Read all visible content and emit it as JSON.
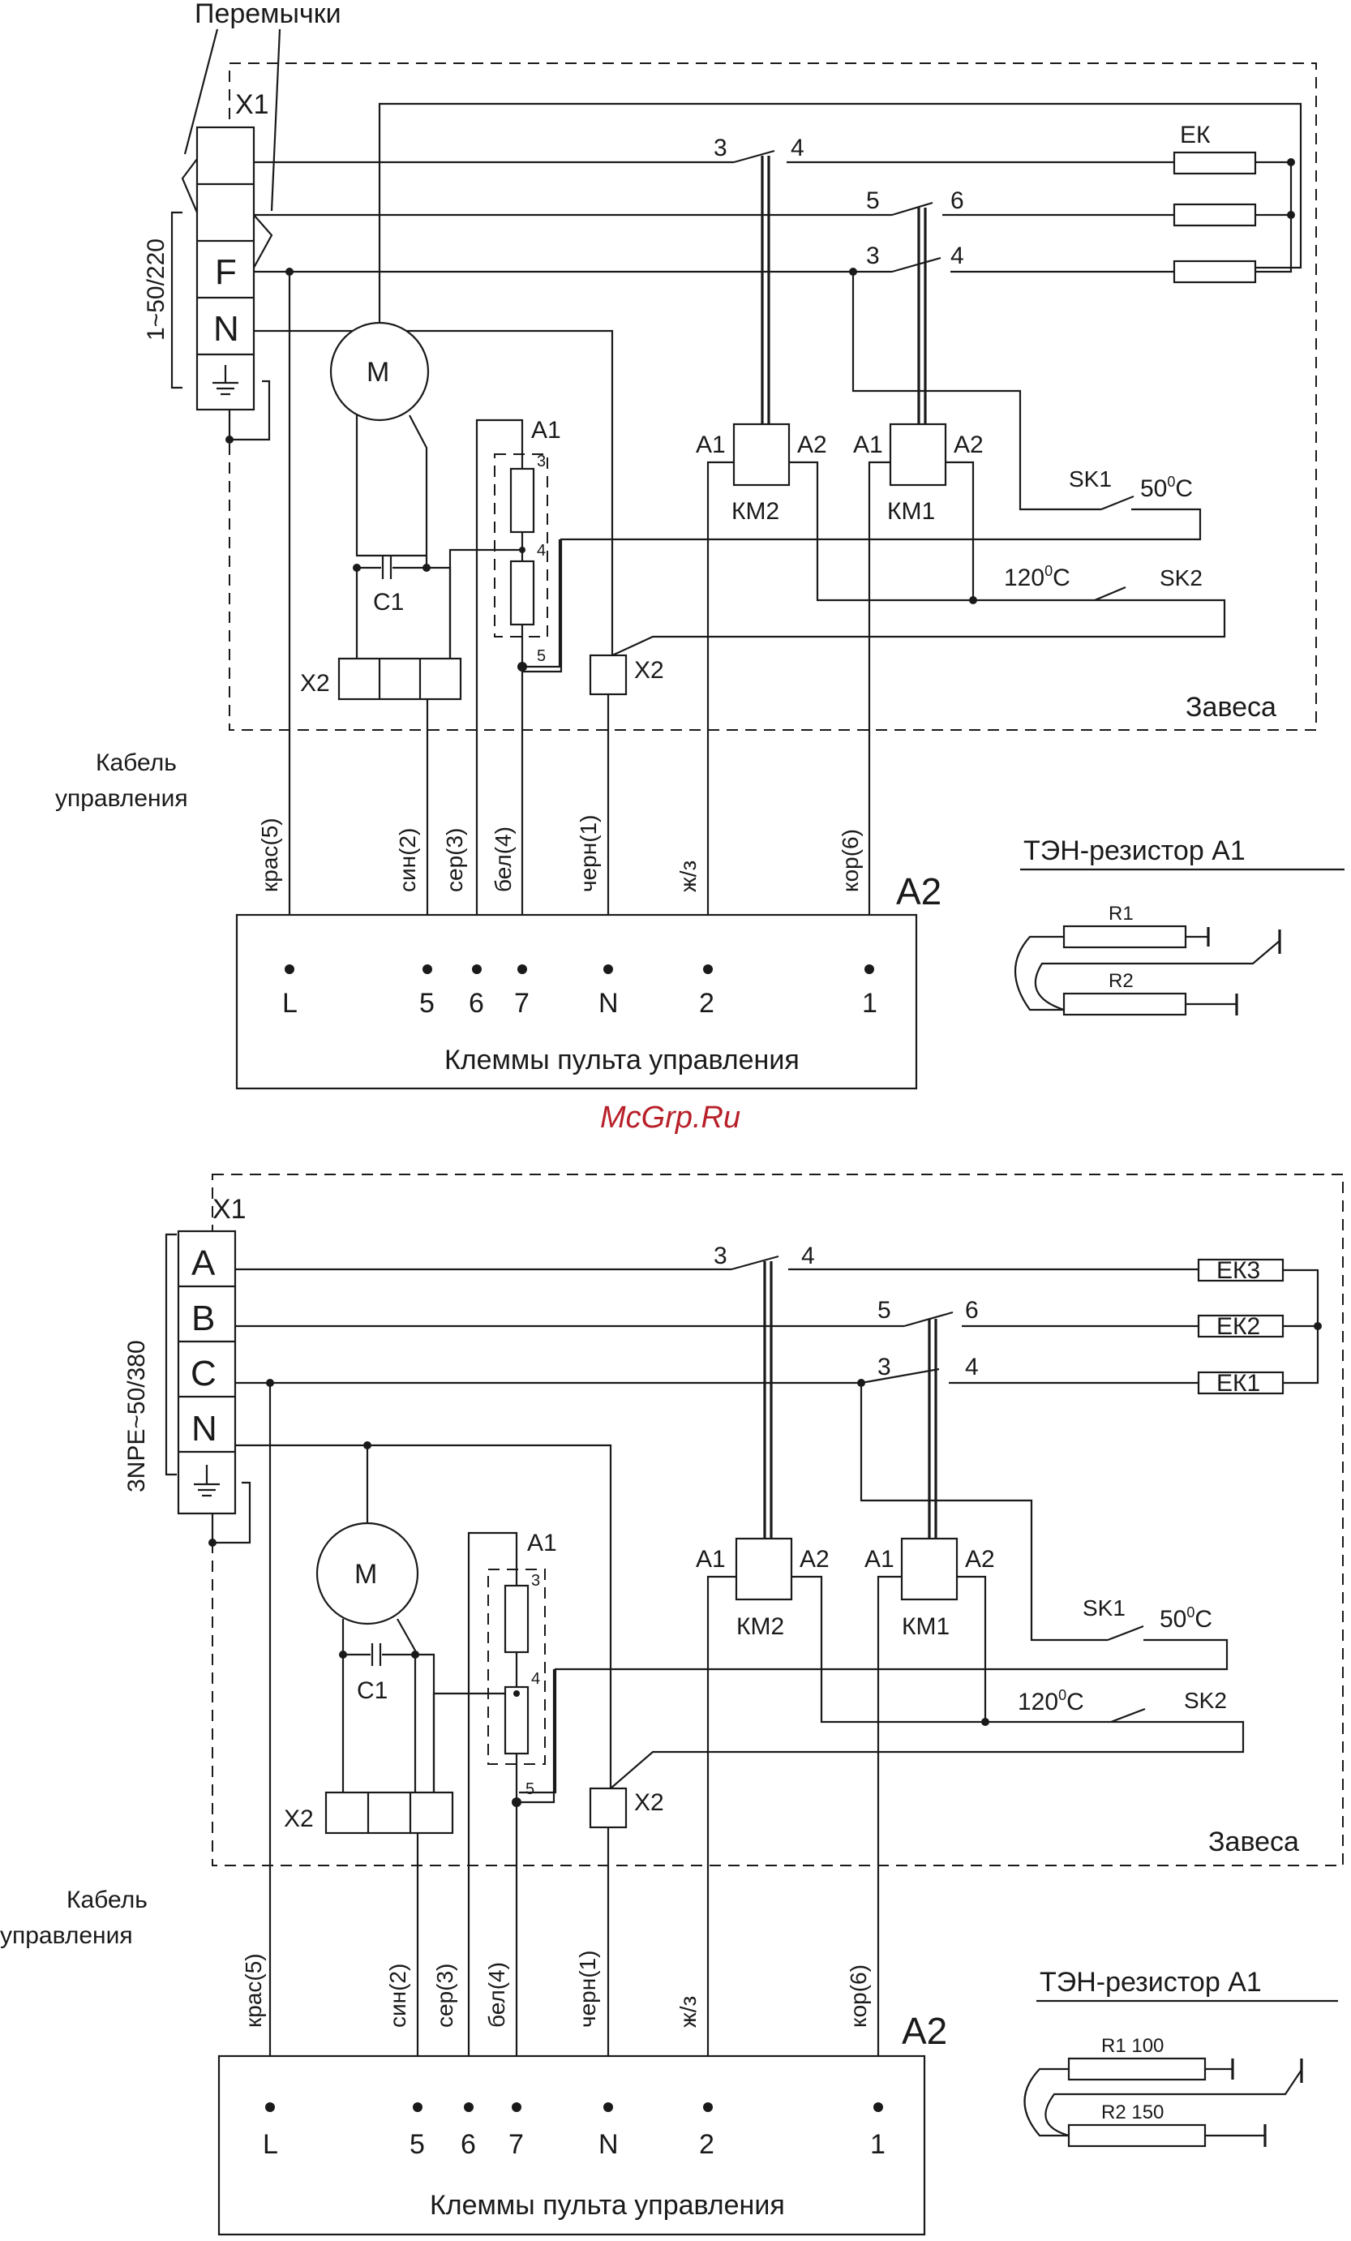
{
  "watermark": "McGrp.Ru",
  "top": {
    "jumpers_label": "Перемычки",
    "supply_label": "1~50/220",
    "terminal_block": "X1",
    "terminal_f": "F",
    "terminal_n": "N",
    "heater_label": "ЕК",
    "motor_label": "M",
    "capacitor_label": "C1",
    "x2_left": "X2",
    "x2_right": "X2",
    "a1_label": "A1",
    "pin3": "3",
    "pin4": "4",
    "pin5": "5",
    "km2": "КМ2",
    "km1": "КМ1",
    "coil_a1": "A1",
    "coil_a2": "A2",
    "sk1": "SK1",
    "sk1_temp": "50",
    "sk2": "SK2",
    "sk2_temp": "120",
    "deg_c": "C",
    "deg_o": "0",
    "contact3": "3",
    "contact4": "4",
    "contact5": "5",
    "contact6": "6",
    "enclosure": "Завеса"
  },
  "bottom": {
    "supply_label": "3NPE~50/380",
    "terminal_block": "X1",
    "terminal_a": "A",
    "terminal_b": "B",
    "terminal_c": "C",
    "terminal_n": "N",
    "ek3": "ЕК3",
    "ek2": "ЕК2",
    "ek1": "ЕК1",
    "enclosure": "Завеса"
  },
  "cable": {
    "label_line1": "Кабель",
    "label_line2": "управления",
    "wires": [
      "крас(5)",
      "син(2)",
      "сер(3)",
      "бел(4)",
      "черн(1)",
      "ж/з",
      "кор(6)"
    ]
  },
  "panel": {
    "id": "A2",
    "caption": "Клеммы пульта управления",
    "terminals": [
      "L",
      "5",
      "6",
      "7",
      "N",
      "2",
      "1"
    ]
  },
  "ten_top": {
    "title": "ТЭН-резистор А1",
    "r1": "R1",
    "r2": "R2"
  },
  "ten_bottom": {
    "title": "ТЭН-резистор А1",
    "r1": "R1 100",
    "r2": "R2 150"
  }
}
